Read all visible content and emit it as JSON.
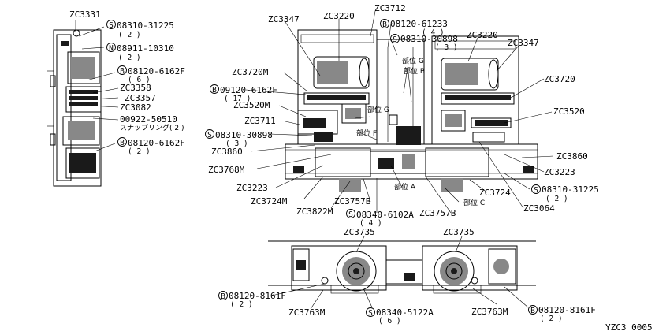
{
  "diagram": {
    "code": "YZC3 0005",
    "labels": {
      "zc3331": "ZC3331",
      "p08310_31225_top": "08310-31225",
      "q2_a": "( 2 )",
      "n08911_10310": "08911-10310",
      "q2_b": "( 2 )",
      "p08120_6162f_a": "08120-6162F",
      "q6": "( 6 )",
      "zc3358": "ZC3358",
      "zc3357": "ZC3357",
      "zc3082": "ZC3082",
      "p00922_50510": "00922-50510",
      "snap_ring": "スナップリング( 2 )",
      "p08120_6162f_b": "08120-6162F",
      "q2_c": "( 2 )",
      "zc3347_l": "ZC3347",
      "zc3220_l": "ZC3220",
      "zc3712": "ZC3712",
      "p08120_61233": "08120-61233",
      "q4": "( 4 )",
      "p08310_30898_top": "08310-30898",
      "q3_a": "( 3 )",
      "zc3220_r": "ZC3220",
      "zc3347_r": "ZC3347",
      "buui_g_top": "部位 G",
      "buui_b": "部位 B",
      "zc3720m": "ZC3720M",
      "p09120_6162f": "09120-6162F",
      "q17": "( 17 )",
      "zc3520m": "ZC3520M",
      "buui_g": "部位 G",
      "zc3720_r": "ZC3720",
      "zc3711": "ZC3711",
      "zc3520_r": "ZC3520",
      "p08310_30898_l": "08310-30898",
      "q3_b": "( 3 )",
      "buui_f": "部位 F",
      "zc3860_l": "ZC3860",
      "zc3768m": "ZC3768M",
      "zc3860_r": "ZC3860",
      "zc3223_r": "ZC3223",
      "zc3223_l": "ZC3223",
      "buui_a": "部位 A",
      "zc3724_r": "ZC3724",
      "p08310_31225_r": "08310-31225",
      "q2_d": "( 2 )",
      "zc3724m": "ZC3724M",
      "zc3757b_l": "ZC3757B",
      "buui_c": "部位 C",
      "zc3064": "ZC3064",
      "zc3822m": "ZC3822M",
      "p08340_6102a": "08340-6102A",
      "q4_b": "( 4 )",
      "zc3757b_r": "ZC3757B",
      "zc3735_l": "ZC3735",
      "zc3735_r": "ZC3735",
      "p08120_8161f_l": "08120-8161F",
      "q2_e": "( 2 )",
      "zc3763m_l": "ZC3763M",
      "p08340_5122a": "08340-5122A",
      "q6_b": "( 6 )",
      "zc3763m_r": "ZC3763M",
      "p08120_8161f_r": "08120-8161F",
      "q2_f": "( 2 )"
    },
    "symbols": {
      "s": "S",
      "n": "N",
      "b": "B"
    }
  }
}
